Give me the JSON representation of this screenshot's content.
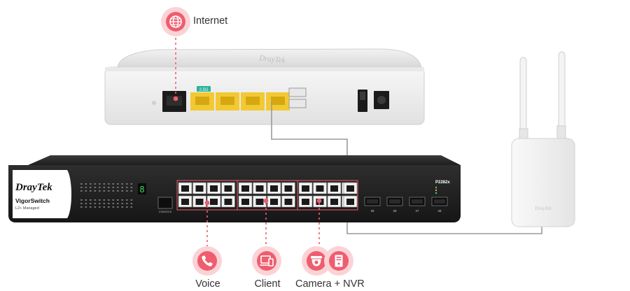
{
  "colors": {
    "accent": "#ee5e6e",
    "accent_light": "#fbd3d6",
    "cable": "#9b9b9b",
    "yellow_port": "#f3c933",
    "device_body": "#2b2b2b"
  },
  "router": {
    "brand": "DrayTek",
    "port_tag": "2.5G"
  },
  "switch": {
    "brand": "DrayTek",
    "name": "VigorSwitch",
    "subtitle": "L2+ Managed",
    "model": "P2282x",
    "console_label": "CONSOLE",
    "digit": "8",
    "sfp_labels": [
      "25",
      "26",
      "27",
      "28"
    ]
  },
  "access_point": {
    "brand": "DrayTek"
  },
  "endpoints": {
    "internet": {
      "label": "Internet",
      "icon": "globe-icon"
    },
    "voice": {
      "label": "Voice",
      "icon": "phone-icon"
    },
    "client": {
      "label": "Client",
      "icon": "devices-icon"
    },
    "camera_nvr": {
      "label": "Camera + NVR",
      "icons": [
        "camera-icon",
        "nvr-icon"
      ]
    }
  }
}
